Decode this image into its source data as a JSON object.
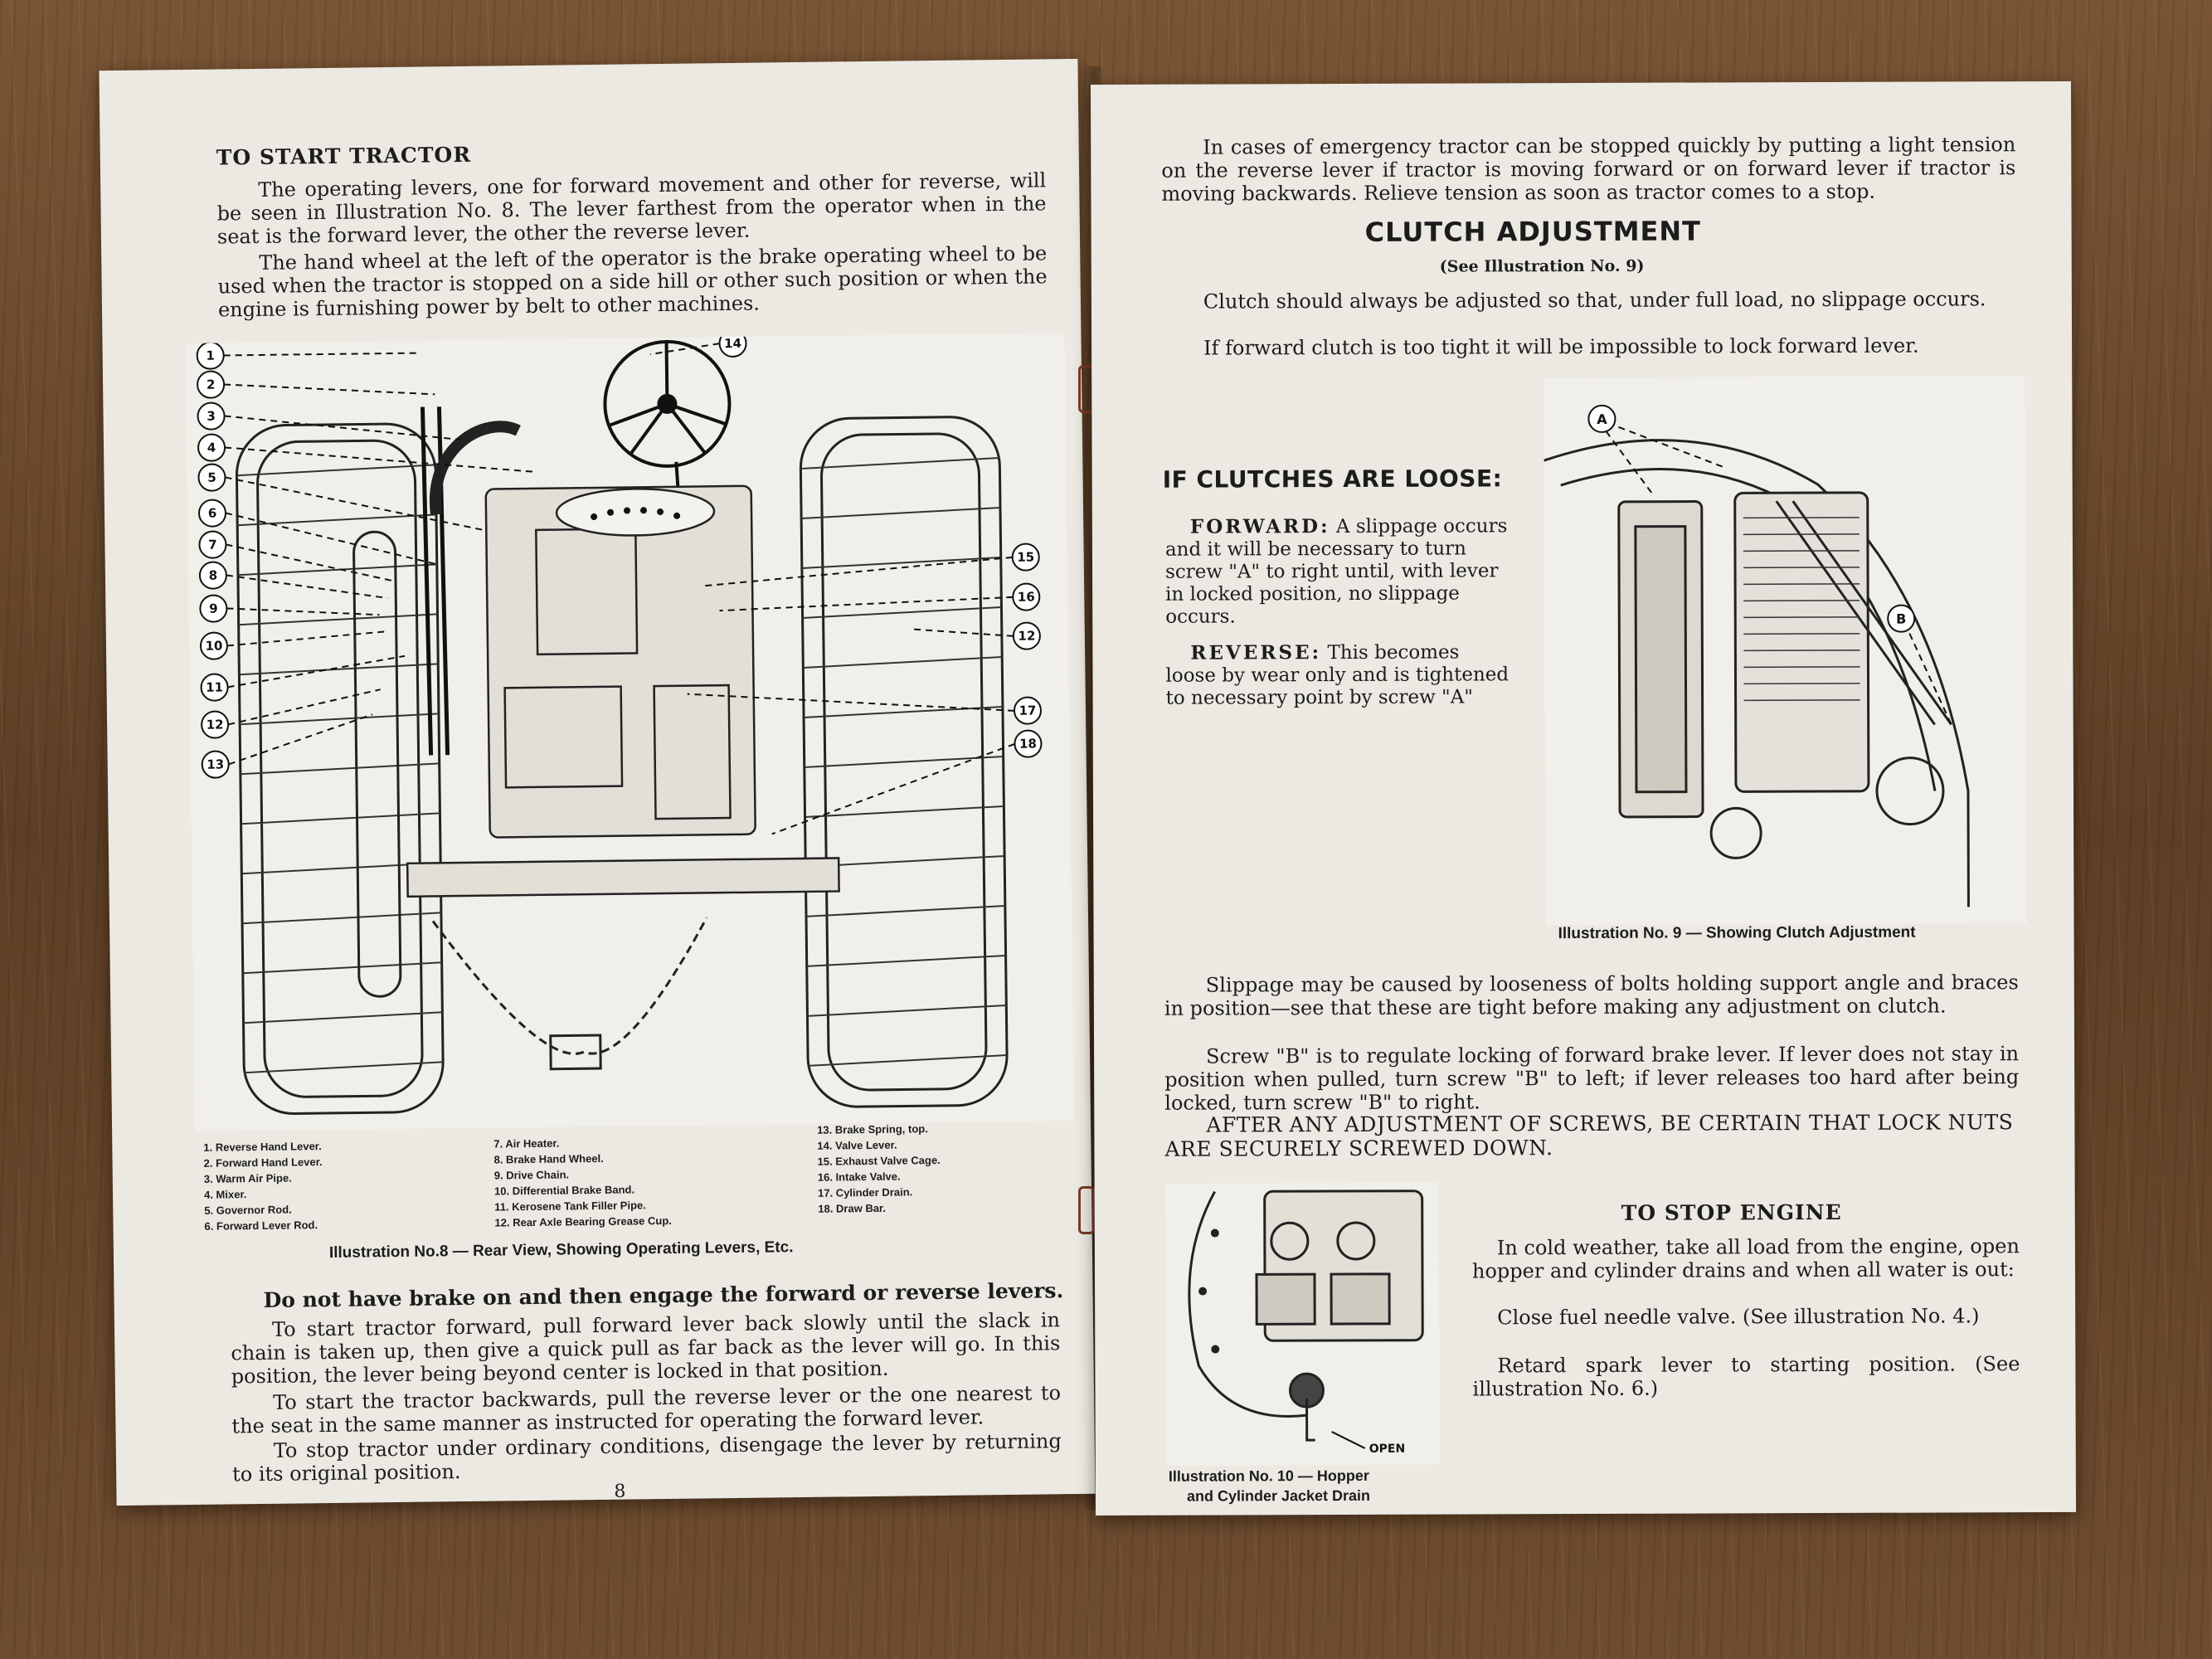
{
  "left_page": {
    "heading": "TO START TRACTOR",
    "para1": "The operating levers, one for forward movement and other for reverse, will be seen in Illustration No. 8. The lever farthest from the operator when in the seat is the forward lever, the other the reverse lever.",
    "para2": "The hand wheel at the left of the operator is the brake operating wheel to be used when the tractor is stopped on a side hill or other such position or when the engine is furnishing power by belt to other machines.",
    "callouts": [
      "1",
      "2",
      "3",
      "4",
      "5",
      "6",
      "7",
      "8",
      "9",
      "10",
      "11",
      "12",
      "13",
      "14",
      "15",
      "16",
      "12",
      "17",
      "18"
    ],
    "legend_col1": [
      "1. Reverse Hand Lever.",
      "2. Forward Hand Lever.",
      "3. Warm Air Pipe.",
      "4. Mixer.",
      "5. Governor Rod.",
      "6. Forward Lever Rod."
    ],
    "legend_col2": [
      "7. Air Heater.",
      "8. Brake Hand Wheel.",
      "9. Drive Chain.",
      "10. Differential Brake Band.",
      "11. Kerosene Tank Filler Pipe.",
      "12. Rear Axle Bearing Grease Cup."
    ],
    "legend_col3": [
      "13. Brake Spring, top.",
      "14. Valve Lever.",
      "15. Exhaust Valve Cage.",
      "16. Intake Valve.",
      "17. Cylinder Drain.",
      "18. Draw Bar."
    ],
    "caption": "Illustration No.8 — Rear View, Showing Operating Levers, Etc.",
    "bold_line": "Do not have brake on and then engage the forward or reverse levers.",
    "para3": "To start tractor forward, pull forward lever back slowly until the slack in chain is taken up, then give a quick pull as far back as the lever will go. In this position, the lever being beyond center is locked in that position.",
    "para4": "To start the tractor backwards, pull the reverse lever or the one nearest to the seat in the same manner as instructed for operating the forward lever.",
    "para5": "To stop tractor under ordinary conditions, disengage the lever by returning to its original position.",
    "page_number": "8"
  },
  "right_page": {
    "intro": "In cases of emergency tractor can be stopped quickly by putting a light tension on the reverse lever if tractor is moving forward or on forward lever if tractor is moving backwards. Relieve tension as soon as tractor comes to a stop.",
    "clutch_heading": "CLUTCH ADJUSTMENT",
    "clutch_sub": "(See Illustration No. 9)",
    "clutch_p1": "Clutch should always be adjusted so that, under full load, no slippage occurs.",
    "clutch_p2": "If forward clutch is too tight it will be impossible to lock forward lever.",
    "loose_heading": "IF CLUTCHES ARE LOOSE:",
    "forward_label": "FORWARD:",
    "forward_text": "A slippage occurs and it will be necessary to turn screw \"A\" to right until, with lever in locked position, no slippage occurs.",
    "reverse_label": "REVERSE:",
    "reverse_text": "This becomes loose by wear only and is tightened to necessary point by screw \"A\"",
    "fig9_label_a": "A",
    "fig9_label_b": "B",
    "fig9_caption": "Illustration No. 9 — Showing Clutch Adjustment",
    "slippage_p": "Slippage may be caused by looseness of bolts holding support angle and braces in position—see that these are tight before making any adjustment on clutch.",
    "screw_b_p": "Screw \"B\" is to regulate locking of forward brake lever. If lever does not stay in position when pulled, turn screw \"B\" to left; if lever releases too hard after being locked, turn screw \"B\" to right.",
    "caps_warning": "AFTER ANY ADJUSTMENT OF SCREWS, BE CERTAIN THAT LOCK NUTS ARE SECURELY SCREWED DOWN.",
    "fig10_open": "OPEN",
    "fig10_caption_1": "Illustration No. 10 — Hopper",
    "fig10_caption_2": "and Cylinder Jacket Drain",
    "stop_heading": "TO STOP ENGINE",
    "stop_p1": "In cold weather, take all load from the engine, open hopper and cylinder drains and when all water is out:",
    "stop_p2": "Close fuel needle valve. (See illustration No. 4.)",
    "stop_p3": "Retard spark lever to starting position. (See illustration No. 6.)"
  }
}
